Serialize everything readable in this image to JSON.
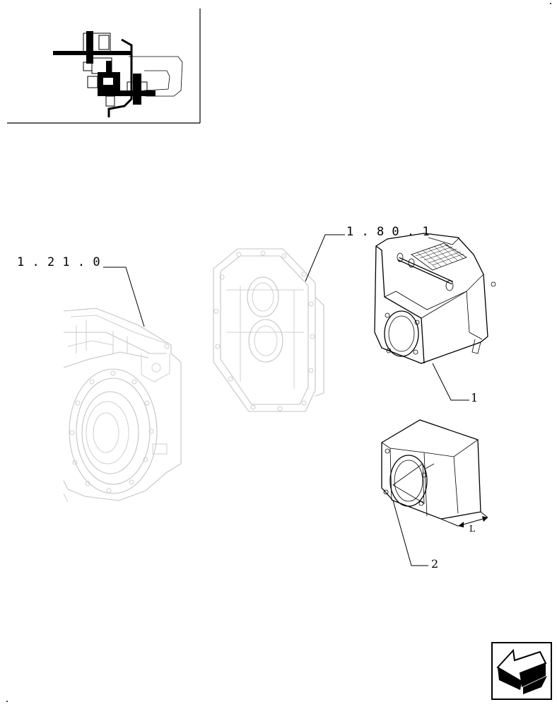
{
  "callouts": {
    "ref_left": "1 . 2 1 . 0",
    "ref_top": "1 . 8 0 . 1",
    "item_1": "1",
    "item_2": "2",
    "dimension_l": "L"
  },
  "icons": {
    "thumbnail": "gearbox-section-thumbnail-icon",
    "nav": "previous-page-arrow-icon"
  }
}
